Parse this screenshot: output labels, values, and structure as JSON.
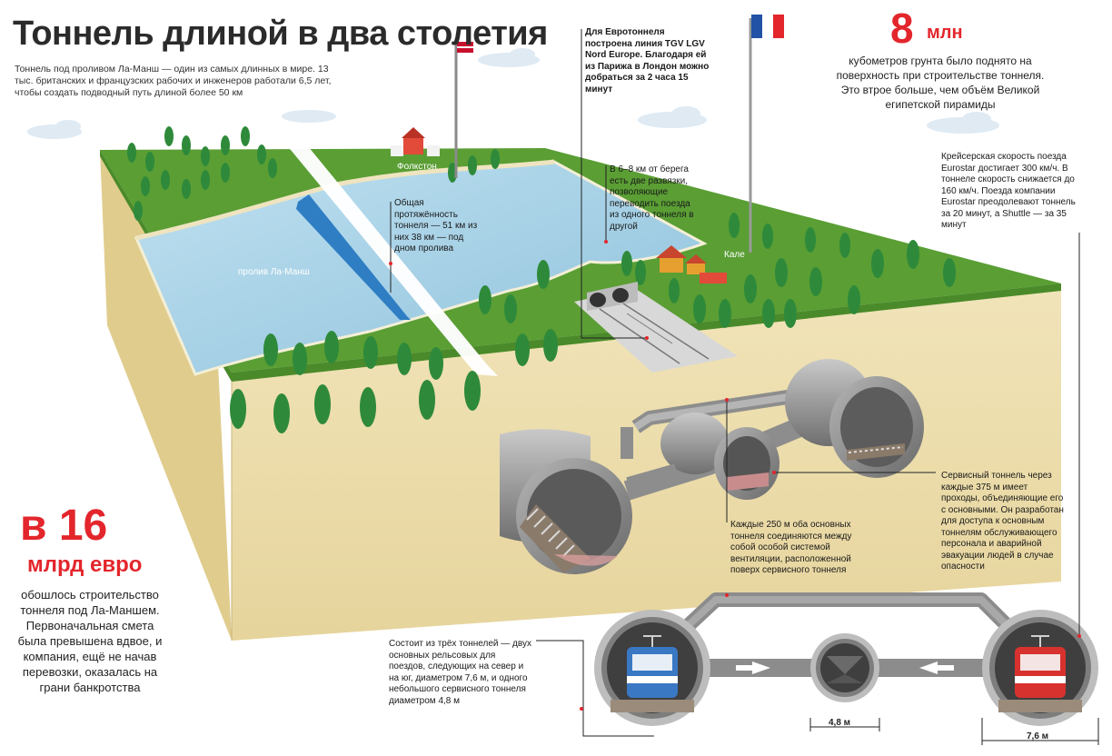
{
  "title": "Тоннель длиной в два столетия",
  "lead": "Тоннель под проливом Ла-Манш — один из самых длинных в мире. 13 тыс. британских и французских рабочих и инженеров работали 6,5 лет, чтобы создать подводный путь длиной более 50 км",
  "labels": {
    "folkestone": "Фолкстон",
    "strait": "пролив Ла-Манш",
    "calais": "Кале"
  },
  "notes": {
    "length": "Общая протяжённость тоннеля — 51 км из них 38 км — под дном пролива",
    "tgv": "Для Евротоннеля построена линия TGV LGV Nord Europe. Благодаря ей из Парижа в Лондон можно добраться за 2 часа 15 минут",
    "junctions": "В 6–8 км от берега есть две развязки, позволяющие переводить поезда из одного тоннеля в другой",
    "speed": "Крейсерская скорость поезда Eurostar достигает 300 км/ч. В тоннеле скорость снижается до 160 км/ч. Поезда компании Eurostar преодолевают тоннель за 20 минут, а Shuttle — за 35 минут",
    "ventilation": "Каждые 250 м оба основных тоннеля соединяются между собой особой системой вентиляции, расположенной поверх сервисного тоннеля",
    "service": "Сервисный тоннель через каждые 375 м имеет проходы, объединяющие его с основными. Он разработан для доступа к основным тоннелям обслуживающего персонала и аварийной эвакуации людей в случае опасности",
    "three": "Состоит из трёх тоннелей — двух основных рельсовых для поездов, следующих на север и на юг, диаметром 7,6 м, и одного небольшого сервисного тоннеля диаметром 4,8 м"
  },
  "cost": {
    "number": "в 16",
    "unit": "млрд евро",
    "text": "обошлось строительство тоннеля под Ла-Маншем. Первоначальная смета была превышена вдвое, и компания, ещё не начав перевозки, оказалась на грани банкротства"
  },
  "soil": {
    "number": "8",
    "unit": "млн",
    "text": "кубометров грунта было поднято на поверхность при строительстве тоннеля. Это втрое больше, чем объём Великой египетской пирамиды"
  },
  "dimensions": {
    "service": "4,8 м",
    "main": "7,6 м"
  },
  "colors": {
    "accent_red": "#e3262c",
    "grass": "#5a9e34",
    "water": "#a9d2e8",
    "soil": "#efe0b0",
    "tunnel_gray": "#9a9a9a"
  }
}
